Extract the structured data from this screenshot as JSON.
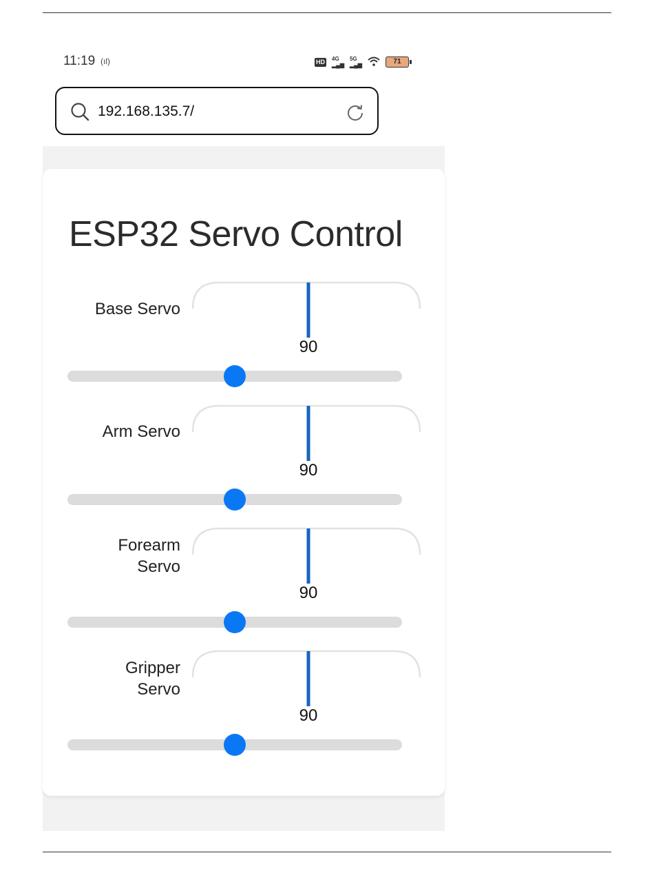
{
  "status_bar": {
    "time": "11:19",
    "vibrate_icon": "(ıl)",
    "hd_label": "HD",
    "network_1": "4G",
    "network_2": "5G",
    "battery": "71"
  },
  "browser": {
    "url": "192.168.135.7/"
  },
  "page": {
    "title": "ESP32 Servo Control",
    "servo_min": 0,
    "servo_max": 180,
    "servos": [
      {
        "label": "Base Servo",
        "value": "90"
      },
      {
        "label": "Arm Servo",
        "value": "90"
      },
      {
        "label": "Forearm Servo",
        "value": "90"
      },
      {
        "label": "Gripper Servo",
        "value": "90"
      }
    ]
  },
  "colors": {
    "accent": "#0a78f5",
    "track": "#dcdcdc",
    "gauge_needle": "#1565c0"
  }
}
